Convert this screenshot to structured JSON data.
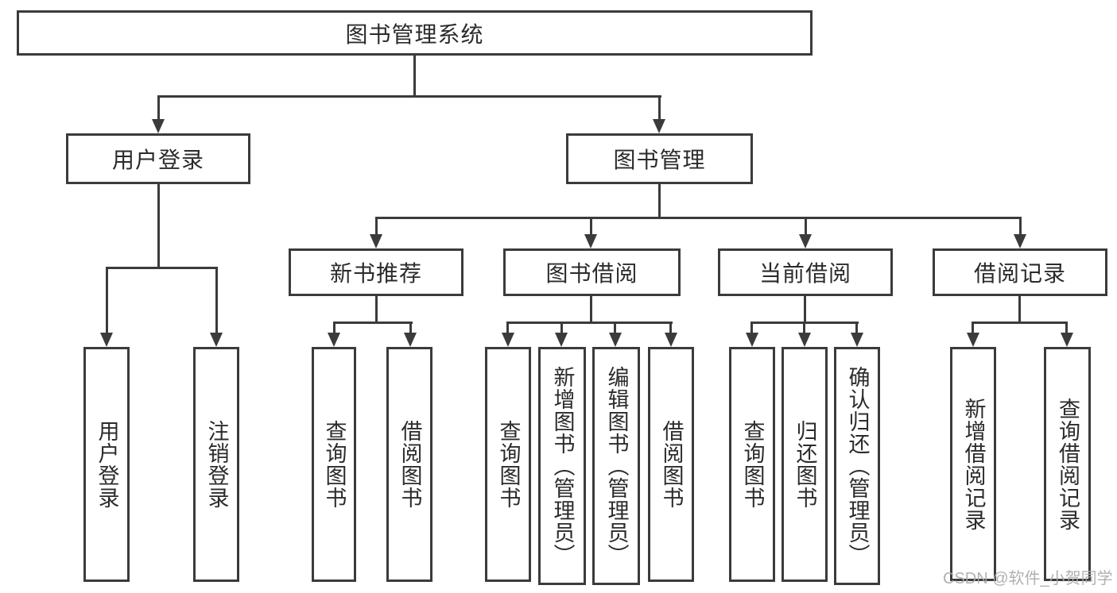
{
  "tree": {
    "root": {
      "label": "图书管理系统"
    },
    "branches": [
      {
        "label": "用户登录",
        "children": [
          {
            "label": "用户登录"
          },
          {
            "label": "注销登录"
          }
        ]
      },
      {
        "label": "图书管理",
        "children": [
          {
            "label": "新书推荐",
            "children": [
              {
                "label": "查询图书"
              },
              {
                "label": "借阅图书"
              }
            ]
          },
          {
            "label": "图书借阅",
            "children": [
              {
                "label": "查询图书"
              },
              {
                "label": "新增图书（管理员）"
              },
              {
                "label": "编辑图书（管理员）"
              },
              {
                "label": "借阅图书"
              }
            ]
          },
          {
            "label": "当前借阅",
            "children": [
              {
                "label": "查询图书"
              },
              {
                "label": "归还图书"
              },
              {
                "label": "确认归还（管理员）"
              }
            ]
          },
          {
            "label": "借阅记录",
            "children": [
              {
                "label": "新增借阅记录"
              },
              {
                "label": "查询借阅记录"
              }
            ]
          }
        ]
      }
    ]
  },
  "colors": {
    "line": "#3b3b3b",
    "text": "#2b2b2b",
    "watermark": "#a9a9a9"
  },
  "watermark": {
    "text": "CSDN @软件_小贺同学"
  }
}
